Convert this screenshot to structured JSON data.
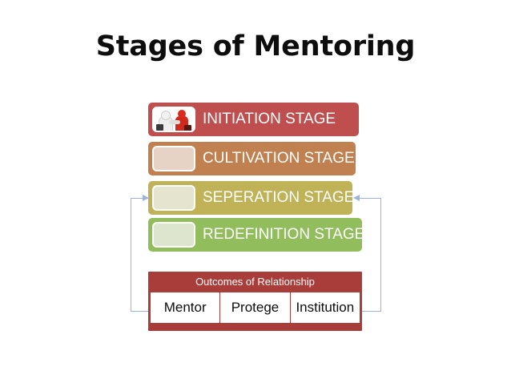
{
  "slide": {
    "title": "Stages of Mentoring",
    "background_color": "#ffffff"
  },
  "stages": [
    {
      "label": "INITIATION STAGE",
      "color": "#bf4e4e",
      "thumb": "handshake-clipart",
      "thumb_color": "#fdfdfd"
    },
    {
      "label": "CULTIVATION STAGE",
      "color": "#c08050",
      "thumb": "blank-placeholder",
      "thumb_color": "#e6d3c6"
    },
    {
      "label": "SEPERATION STAGE",
      "color": "#bfb257",
      "thumb": "blank-placeholder",
      "thumb_color": "#e4e4cf"
    },
    {
      "label": "REDEFINITION STAGE",
      "color": "#92bd5c",
      "thumb": "blank-placeholder",
      "thumb_color": "#dde5cf"
    }
  ],
  "outcomes": {
    "header": "Outcomes of Relationship",
    "header_color": "#a83d3a",
    "cells": [
      "Mentor",
      "Protege",
      "Institution"
    ]
  },
  "connectors": {
    "color": "#9cb4d8",
    "left_arrow": "arrow-right-icon",
    "right_arrow": "arrow-left-icon",
    "description": "feedback lines from Outcomes of Relationship back to Seperation Stage"
  }
}
